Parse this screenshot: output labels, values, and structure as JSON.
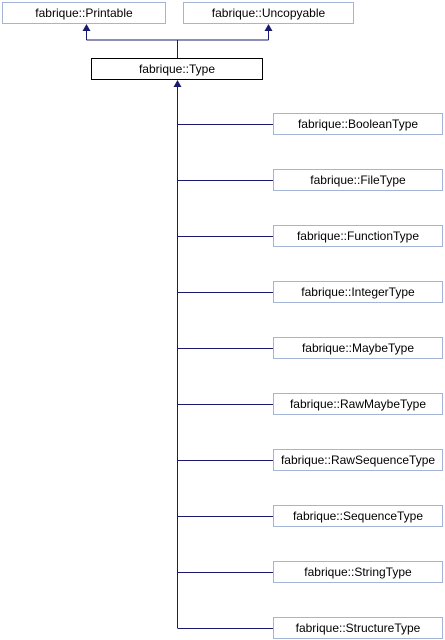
{
  "colors": {
    "edge": "#191970",
    "base_border": "#a3b4d7",
    "current_border": "#000000",
    "text": "#000000",
    "background": "#ffffff"
  },
  "bases": [
    {
      "label": "fabrique::Printable"
    },
    {
      "label": "fabrique::Uncopyable"
    }
  ],
  "current": {
    "label": "fabrique::Type"
  },
  "derived": [
    {
      "label": "fabrique::BooleanType"
    },
    {
      "label": "fabrique::FileType"
    },
    {
      "label": "fabrique::FunctionType"
    },
    {
      "label": "fabrique::IntegerType"
    },
    {
      "label": "fabrique::MaybeType"
    },
    {
      "label": "fabrique::RawMaybeType"
    },
    {
      "label": "fabrique::RawSequenceType"
    },
    {
      "label": "fabrique::SequenceType"
    },
    {
      "label": "fabrique::StringType"
    },
    {
      "label": "fabrique::StructureType"
    }
  ]
}
